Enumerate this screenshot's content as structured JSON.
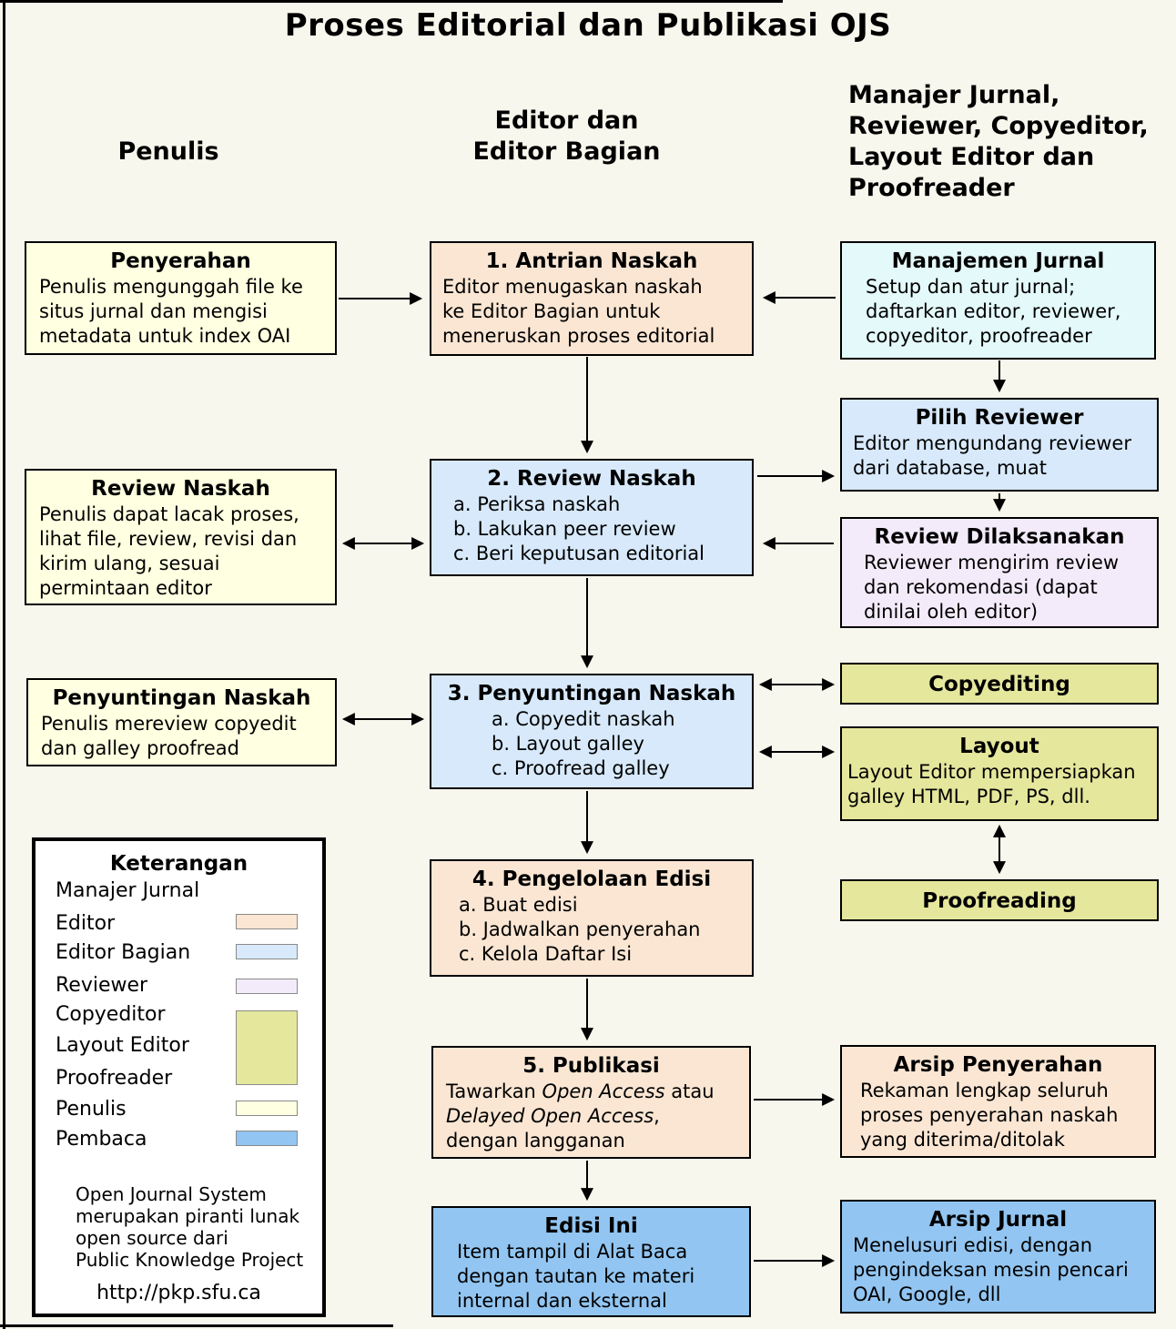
{
  "title": "Proses Editorial dan Publikasi OJS",
  "column_headers": {
    "penulis": "Penulis",
    "editor_lines": [
      "Editor dan",
      "Editor Bagian"
    ],
    "manajer_lines": [
      "Manajer Jurnal,",
      "Reviewer, Copyeditor,",
      "Layout Editor dan",
      "Proofreader"
    ]
  },
  "colors": {
    "background": "#F8F7ED",
    "penulis_box": "#FFFFE1",
    "editor_box": "#FAE6D3",
    "editor_bagian_box": "#D7E9FA",
    "manajer_jurnal_box": "#E4F9FA",
    "reviewer_box": "#F3EBFA",
    "copyeditor_box": "#E5E79C",
    "pembaca_box": "#92C5F1"
  },
  "boxes": {
    "penyerahan": {
      "title": "Penyerahan",
      "lines": [
        "Penulis mengunggah file ke",
        "situs jurnal dan mengisi",
        "metadata untuk index OAI"
      ]
    },
    "review_naskah": {
      "title": "Review Naskah",
      "lines": [
        "Penulis dapat lacak proses,",
        "lihat file, review, revisi dan",
        "kirim ulang, sesuai",
        "permintaan editor"
      ]
    },
    "penyuntingan_naskah": {
      "title": "Penyuntingan Naskah",
      "lines": [
        "Penulis mereview copyedit",
        "dan galley proofread"
      ]
    },
    "antrian_naskah": {
      "title": "1. Antrian Naskah",
      "lines": [
        "Editor menugaskan naskah",
        "ke Editor Bagian untuk",
        "meneruskan proses editorial"
      ]
    },
    "review_naskah_editor": {
      "title": "2. Review Naskah",
      "lines": [
        "a. Periksa naskah",
        "b. Lakukan peer review",
        "c. Beri keputusan editorial"
      ]
    },
    "penyuntingan_naskah_editor": {
      "title": "3. Penyuntingan Naskah",
      "lines": [
        "a. Copyedit naskah",
        "b. Layout galley",
        "c. Proofread galley"
      ]
    },
    "pengelolaan_edisi": {
      "title": "4. Pengelolaan Edisi",
      "lines": [
        "a. Buat edisi",
        "b. Jadwalkan penyerahan",
        "c. Kelola Daftar Isi"
      ]
    },
    "publikasi": {
      "title": "5. Publikasi",
      "line1_pre": "Tawarkan ",
      "line1_italic": "Open Access",
      "line1_post": " atau",
      "line2_italic": "Delayed Open Access",
      "line2_post": ",",
      "line3": "dengan langganan"
    },
    "edisi_ini": {
      "title": "Edisi Ini",
      "lines": [
        "Item tampil di Alat Baca",
        "dengan tautan ke materi",
        "internal dan eksternal"
      ]
    },
    "manajemen_jurnal": {
      "title": "Manajemen Jurnal",
      "lines": [
        "Setup dan atur jurnal;",
        "daftarkan editor, reviewer,",
        "copyeditor, proofreader"
      ]
    },
    "pilih_reviewer": {
      "title": "Pilih Reviewer",
      "lines": [
        "Editor mengundang reviewer",
        "dari database, muat"
      ]
    },
    "review_dilaksanakan": {
      "title": "Review Dilaksanakan",
      "lines": [
        "Reviewer mengirim review",
        "dan rekomendasi (dapat",
        "dinilai oleh editor)"
      ]
    },
    "copyediting": {
      "title": "Copyediting"
    },
    "layout": {
      "title": "Layout",
      "lines": [
        "Layout Editor mempersiapkan",
        "galley HTML, PDF, PS, dll."
      ]
    },
    "proofreading": {
      "title": "Proofreading"
    },
    "arsip_penyerahan": {
      "title": "Arsip Penyerahan",
      "lines": [
        "Rekaman lengkap seluruh",
        "proses penyerahan naskah",
        "yang diterima/ditolak"
      ]
    },
    "arsip_jurnal": {
      "title": "Arsip Jurnal",
      "lines": [
        "Menelusuri edisi, dengan",
        "pengindeksan mesin pencari",
        "OAI, Google, dll"
      ]
    }
  },
  "legend": {
    "title": "Keterangan",
    "items": [
      {
        "label": "Manajer Jurnal"
      },
      {
        "label": "Editor"
      },
      {
        "label": "Editor Bagian"
      },
      {
        "label": "Reviewer"
      },
      {
        "label": "Copyeditor"
      },
      {
        "label": "Layout Editor"
      },
      {
        "label": "Proofreader"
      },
      {
        "label": "Penulis"
      },
      {
        "label": "Pembaca"
      }
    ],
    "note_lines": [
      "Open Journal System",
      "merupakan piranti lunak",
      "open source dari",
      "Public Knowledge Project"
    ],
    "url": "http://pkp.sfu.ca"
  }
}
